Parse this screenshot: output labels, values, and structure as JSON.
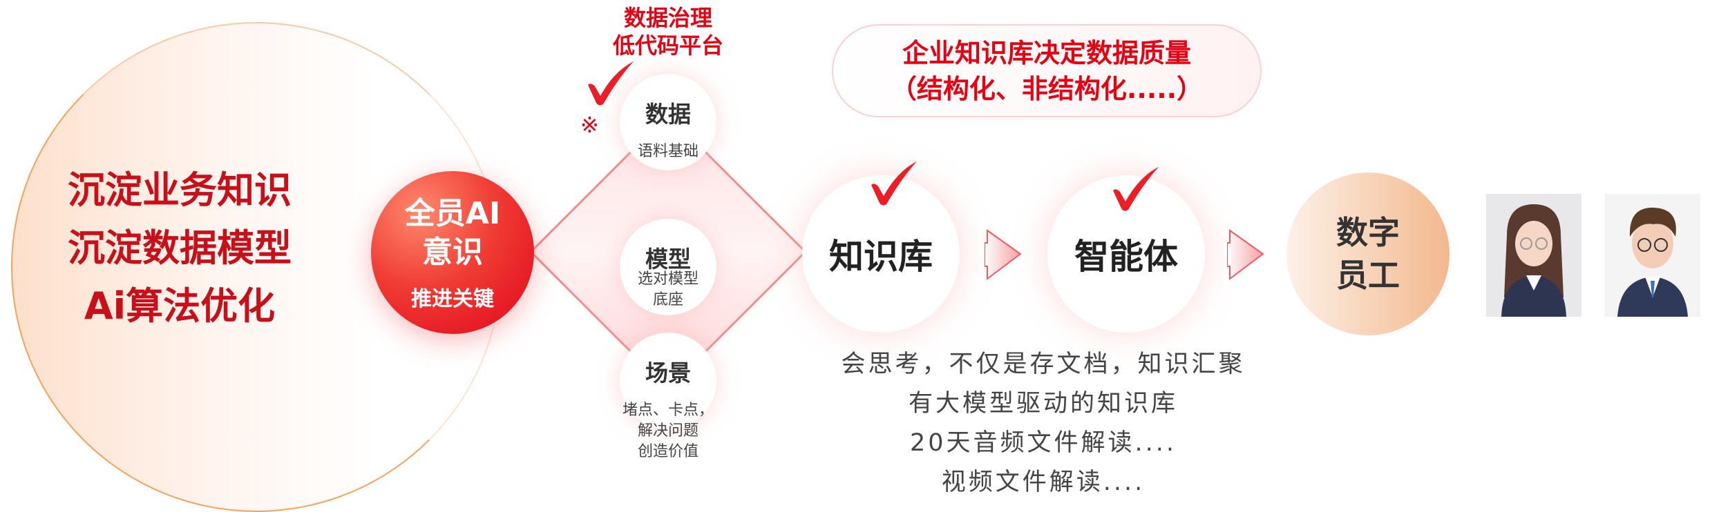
{
  "left": {
    "lines": [
      "沉淀业务知识",
      "沉淀数据模型",
      "Ai算法优化"
    ]
  },
  "center": {
    "line1": "全员AI",
    "line2": "意识",
    "line3": "推进关键"
  },
  "top_note": {
    "line1": "数据治理",
    "line2": "低代码平台",
    "mark": "※"
  },
  "pillars": [
    {
      "title": "数据",
      "sub": [
        "语料基础"
      ]
    },
    {
      "title": "模型",
      "sub": [
        "选对模型",
        "底座"
      ]
    },
    {
      "title": "场景",
      "sub": [
        "堵点、卡点，",
        "解决问题",
        "创造价值"
      ]
    }
  ],
  "pill": {
    "line1": "企业知识库决定数据质量",
    "line2": "（结构化、非结构化.....）"
  },
  "nodes": {
    "knowledge": "知识库",
    "agent": "智能体",
    "final_line1": "数字",
    "final_line2": "员工"
  },
  "bottom": {
    "lines": [
      "会思考，不仅是存文档，知识汇聚",
      "有大模型驱动的知识库",
      "20天音频文件解读....",
      "视频文件解读...."
    ]
  },
  "colors": {
    "accent": "#e60012",
    "dark_red": "#c8101a",
    "orange": "#f7a25a"
  }
}
